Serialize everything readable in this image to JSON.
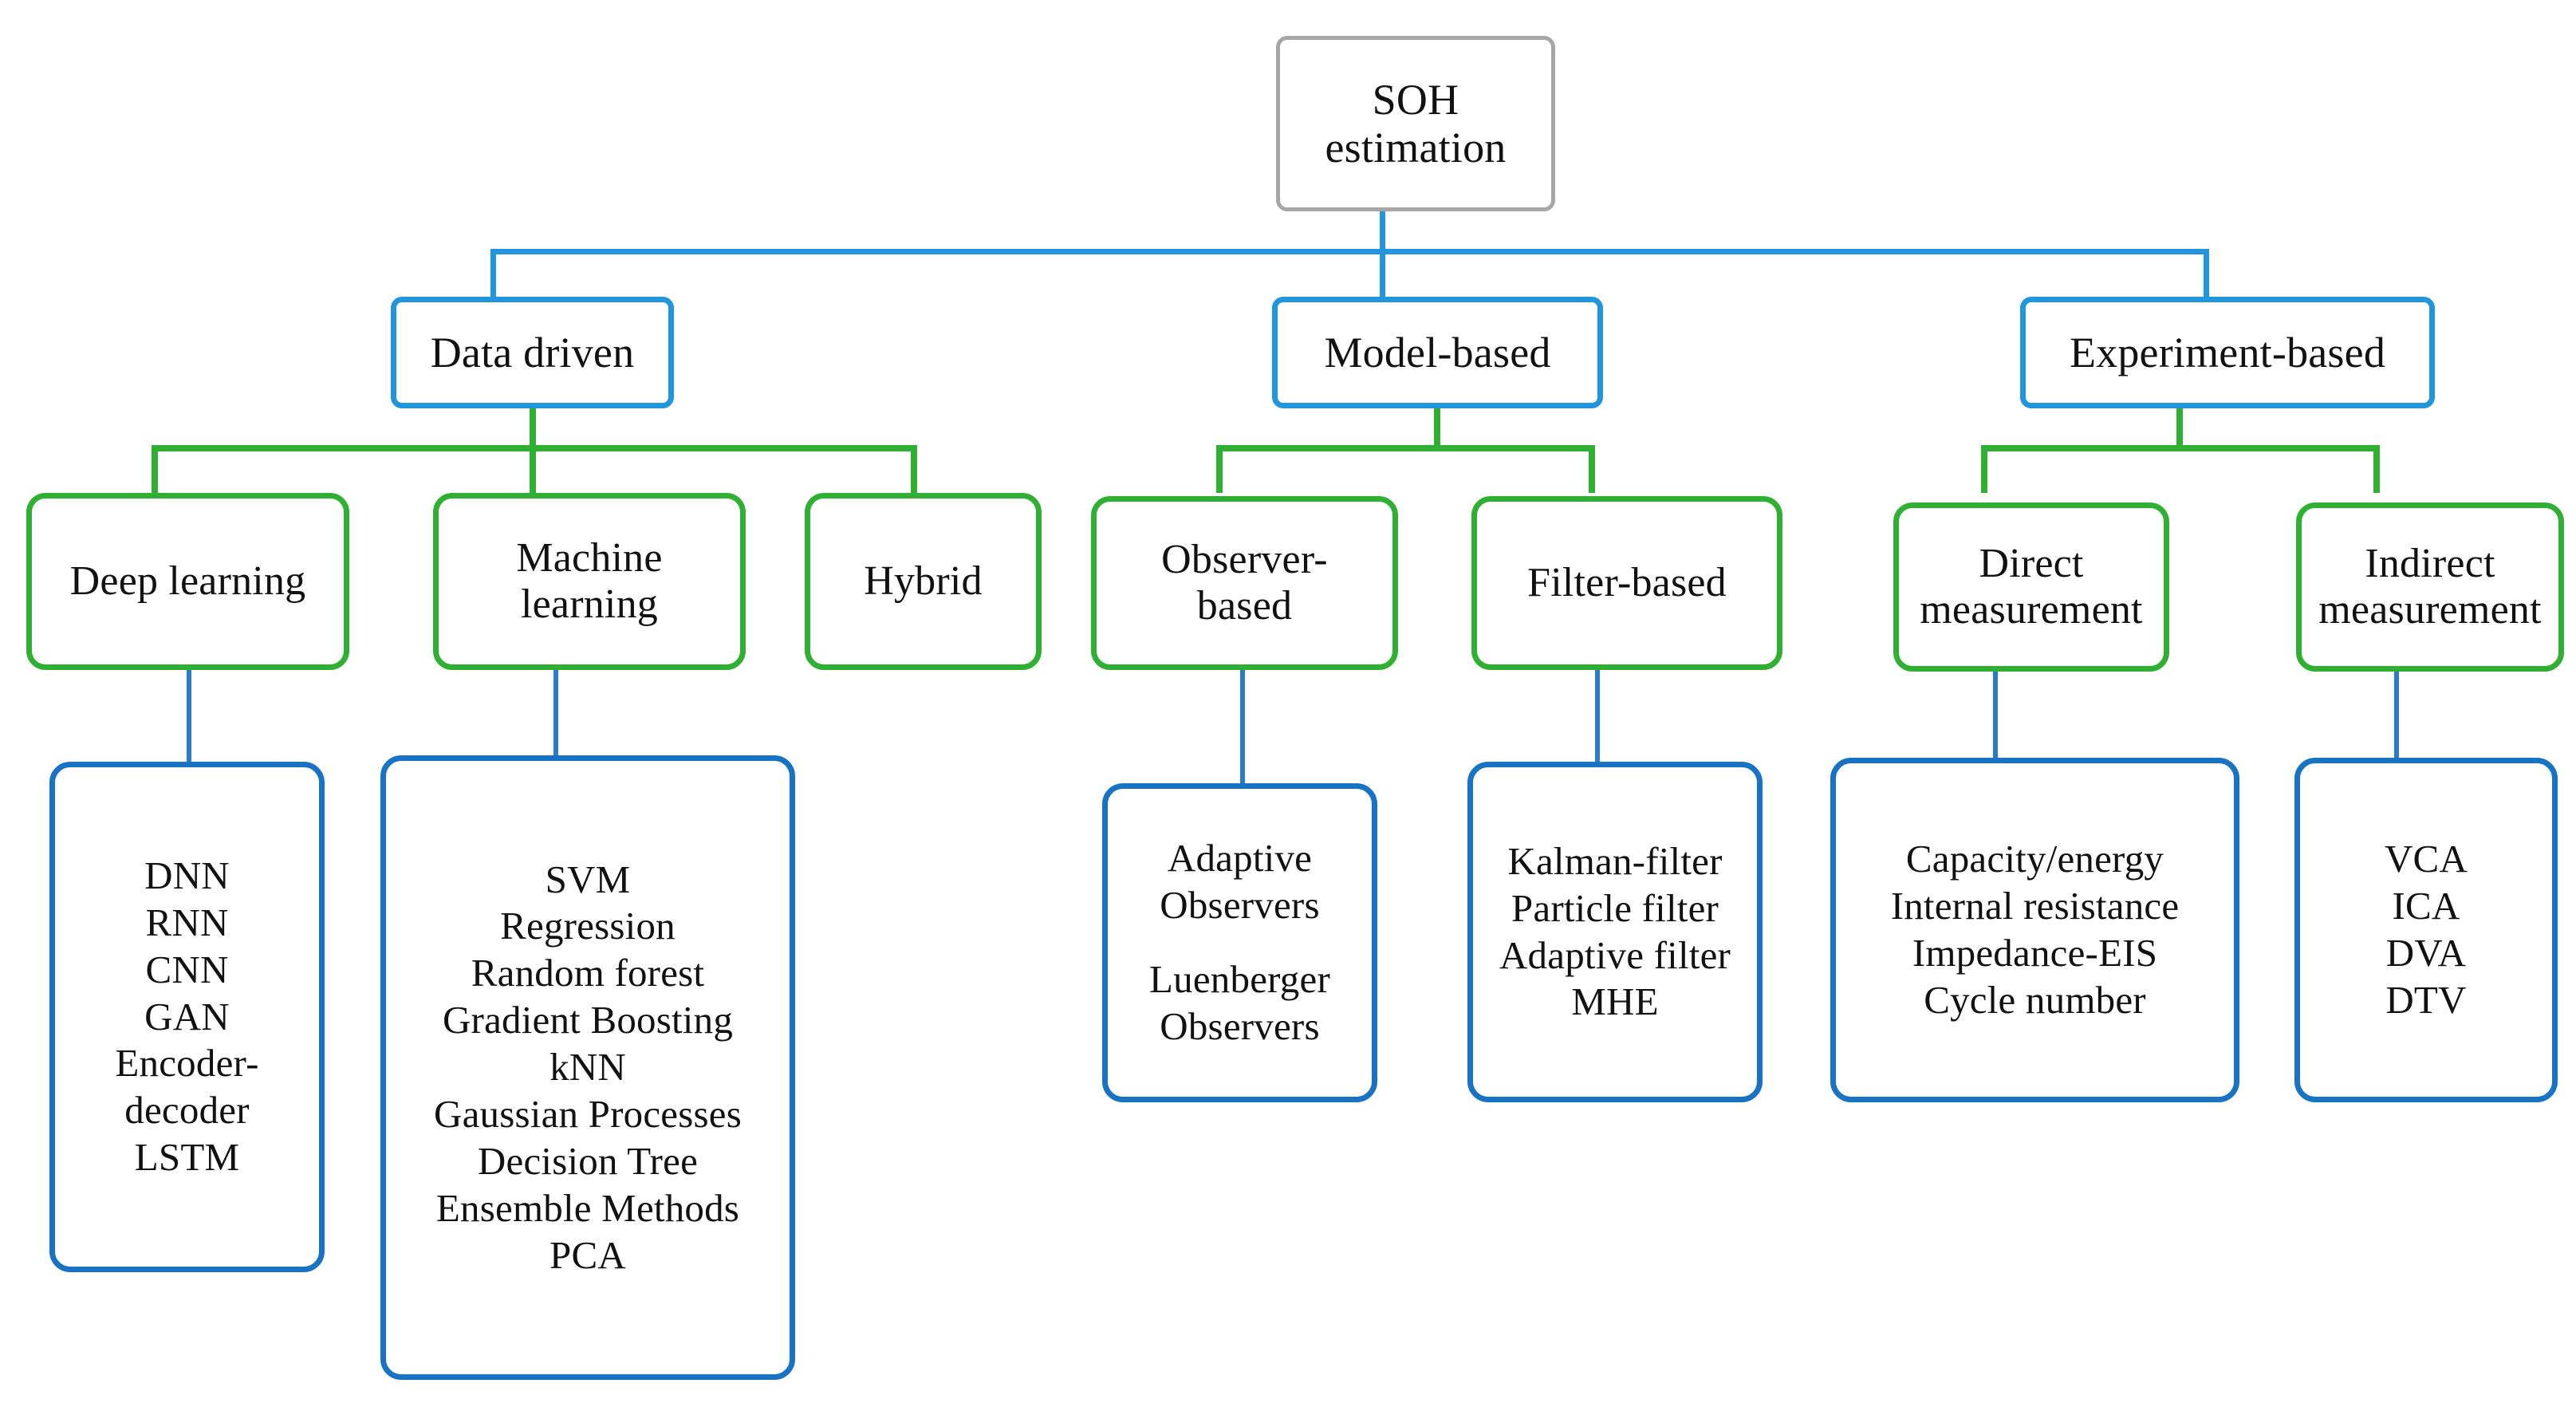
{
  "diagram": {
    "title": "SOH estimation",
    "type": "hierarchy-tree",
    "colors": {
      "root_border": "#a6a6a6",
      "level2_border": "#2196dd",
      "level3_border": "#2fb032",
      "leaf_border": "#1873c4",
      "background": "#ffffff",
      "text": "#111111"
    },
    "root": {
      "label_line1": "SOH",
      "label_line2": "estimation"
    },
    "branches": [
      {
        "label": "Data driven",
        "children": [
          {
            "label_line1": "Deep learning",
            "label_line2": "",
            "leaf": {
              "items": [
                "DNN",
                "RNN",
                "CNN",
                "GAN",
                "Encoder-",
                "decoder",
                "LSTM"
              ]
            }
          },
          {
            "label_line1": "Machine",
            "label_line2": "learning",
            "leaf": {
              "items": [
                "SVM",
                "Regression",
                "Random forest",
                "Gradient  Boosting",
                "kNN",
                "Gaussian  Processes",
                "Decision  Tree",
                "Ensemble  Methods",
                "PCA"
              ]
            }
          },
          {
            "label_line1": "Hybrid",
            "label_line2": "",
            "leaf": null
          }
        ]
      },
      {
        "label": "Model-based",
        "children": [
          {
            "label_line1": "Observer-",
            "label_line2": "based",
            "leaf": {
              "groups": [
                [
                  "Adaptive",
                  "Observers"
                ],
                [
                  "Luenberger",
                  "Observers"
                ]
              ]
            }
          },
          {
            "label_line1": "Filter-based",
            "label_line2": "",
            "leaf": {
              "items": [
                "Kalman-filter",
                "Particle filter",
                "Adaptive filter",
                "MHE"
              ]
            }
          }
        ]
      },
      {
        "label": "Experiment-based",
        "children": [
          {
            "label_line1": "Direct",
            "label_line2": "measurement",
            "leaf": {
              "items": [
                "Capacity/energy",
                "Internal  resistance",
                "Impedance-EIS",
                "Cycle number"
              ]
            }
          },
          {
            "label_line1": "Indirect",
            "label_line2": "measurement",
            "leaf": {
              "items": [
                "VCA",
                "ICA",
                "DVA",
                "DTV"
              ]
            }
          }
        ]
      }
    ]
  }
}
